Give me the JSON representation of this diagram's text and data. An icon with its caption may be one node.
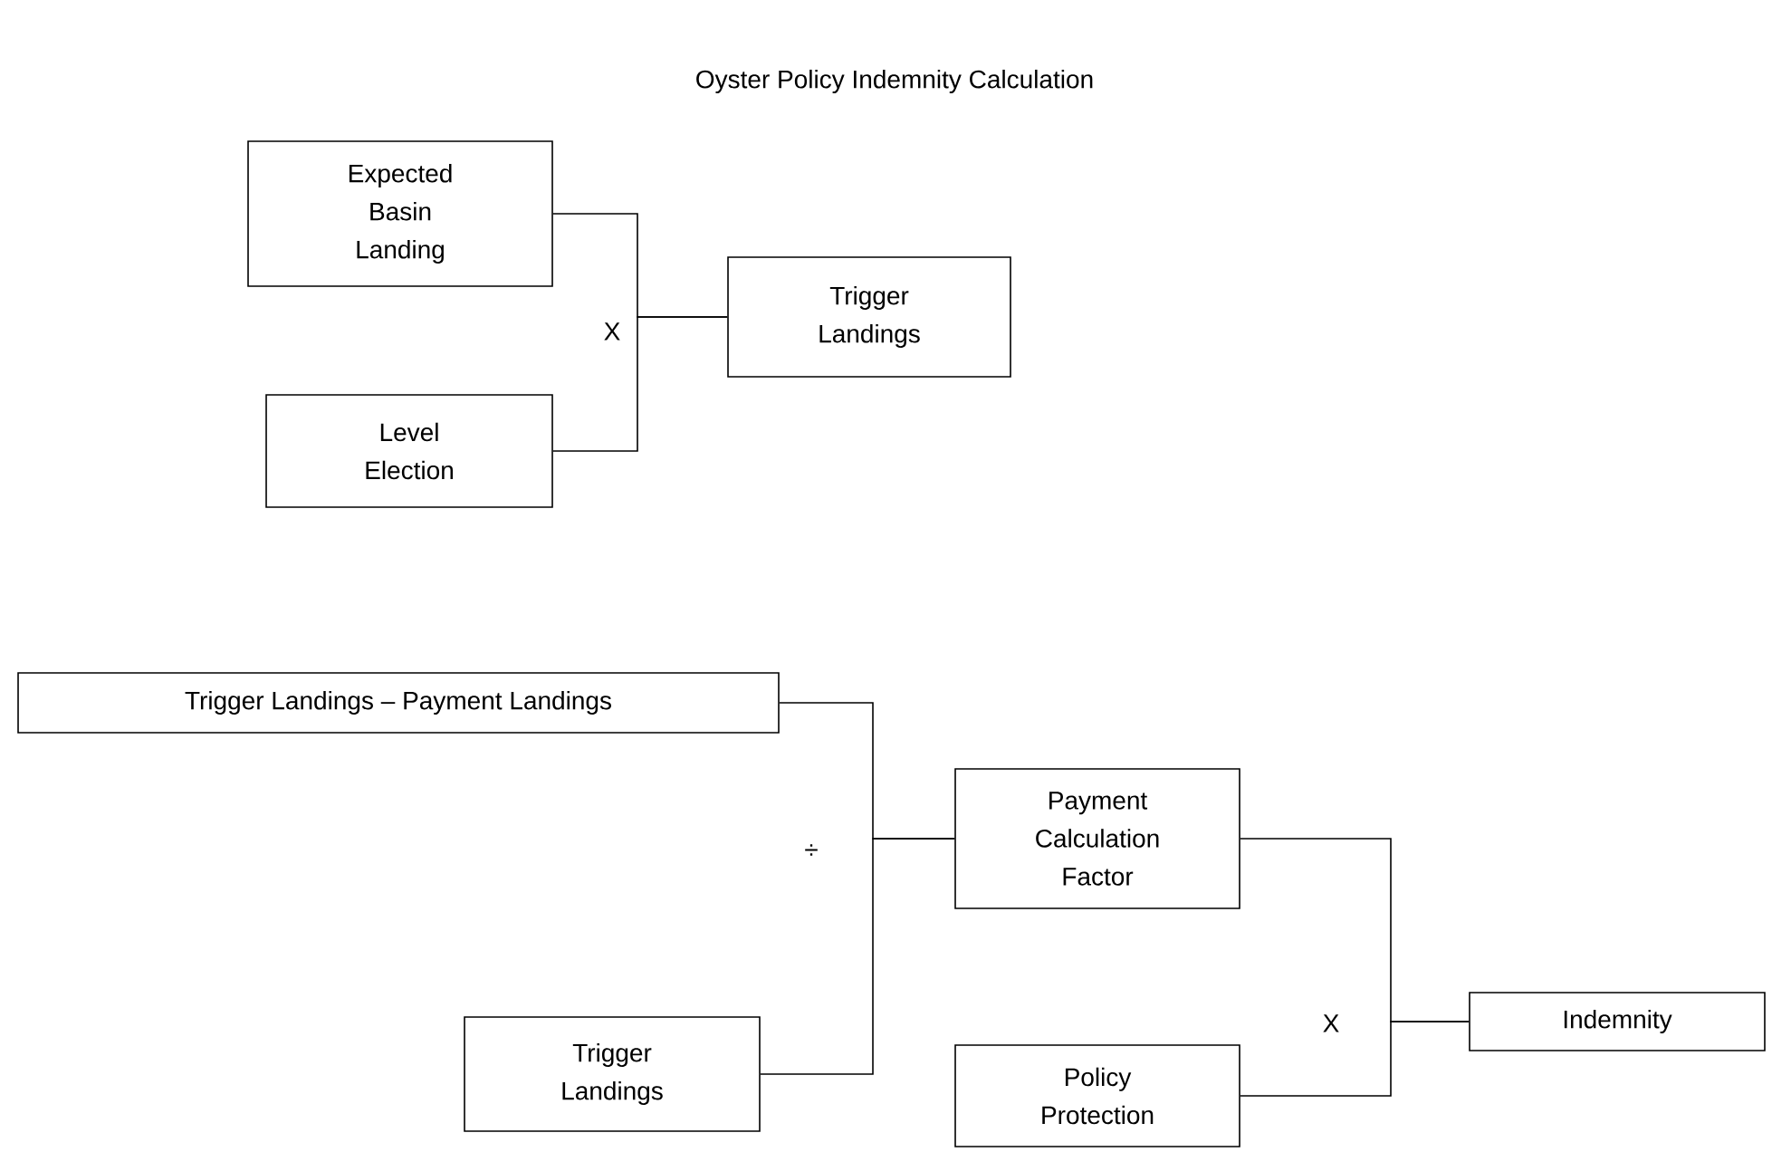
{
  "diagram": {
    "title": "Oyster Policy Indemnity Calculation",
    "nodes": [
      {
        "text": [
          "Expected Basin Landing"
        ]
      },
      {
        "text": [
          "Level Election"
        ]
      },
      {
        "text": [
          "Trigger Landings"
        ]
      },
      {
        "text": [
          "Trigger Landings – Payment Landings"
        ]
      },
      {
        "text": [
          "Trigger Landings"
        ]
      },
      {
        "text": [
          "Payment Calculation Factor"
        ]
      },
      {
        "text": [
          "Indemnity"
        ]
      },
      {
        "text": [
          "Policy Protection"
        ]
      }
    ],
    "edges": [
      {
        "from": 0,
        "to": 2,
        "arrow": "none"
      },
      {
        "from": 1,
        "to": 2,
        "arrow": "none"
      },
      {
        "from": 3,
        "to": 5,
        "arrow": "none"
      },
      {
        "from": 4,
        "to": 5,
        "arrow": "none"
      },
      {
        "from": 5,
        "to": 6,
        "arrow": "none"
      },
      {
        "from": 7,
        "to": 6,
        "arrow": "none"
      }
    ],
    "labels": [
      "X",
      "÷",
      "X"
    ]
  }
}
